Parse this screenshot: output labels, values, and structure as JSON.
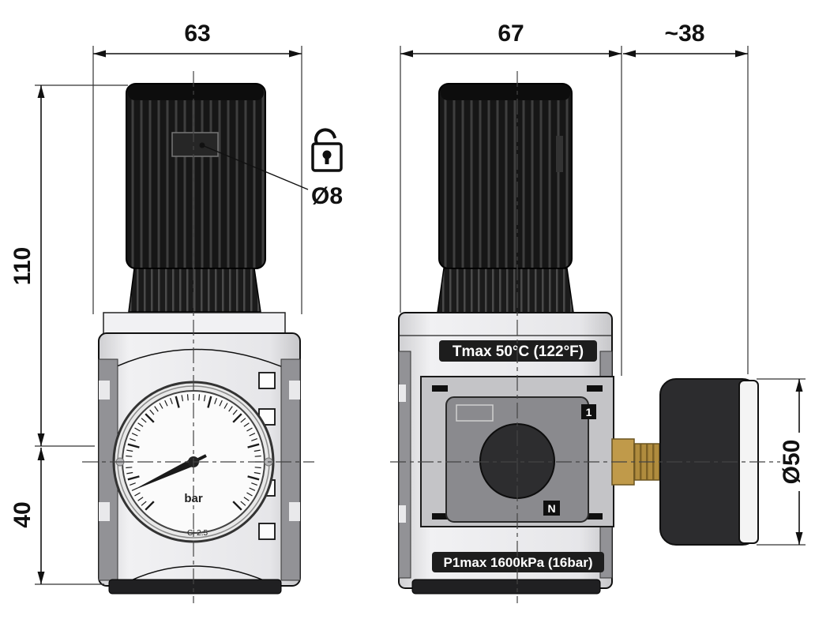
{
  "drawing": {
    "dimensions": {
      "front_width": "63",
      "side_depth": "67",
      "gauge_offset": "~38",
      "upper_height": "110",
      "lower_height": "40",
      "lock_hole_diameter": "Ø8",
      "gauge_diameter": "Ø50"
    },
    "labels": {
      "tmax": "Tmax 50°C (122°F)",
      "p1max": "P1max 1600kPa (16bar)",
      "gauge_unit": "bar",
      "gauge_class": "Cl 2.5",
      "port_1": "1",
      "port_n": "N"
    },
    "icons": {
      "padlock": "open-padlock-icon"
    },
    "colors": {
      "line": "#111111",
      "knob_dark": "#161616",
      "body_light": "#e8e8ea",
      "panel_gray": "#929296",
      "brass": "#b08c3e",
      "label_band": "#1d1d1d",
      "label_text": "#ffffff"
    }
  }
}
